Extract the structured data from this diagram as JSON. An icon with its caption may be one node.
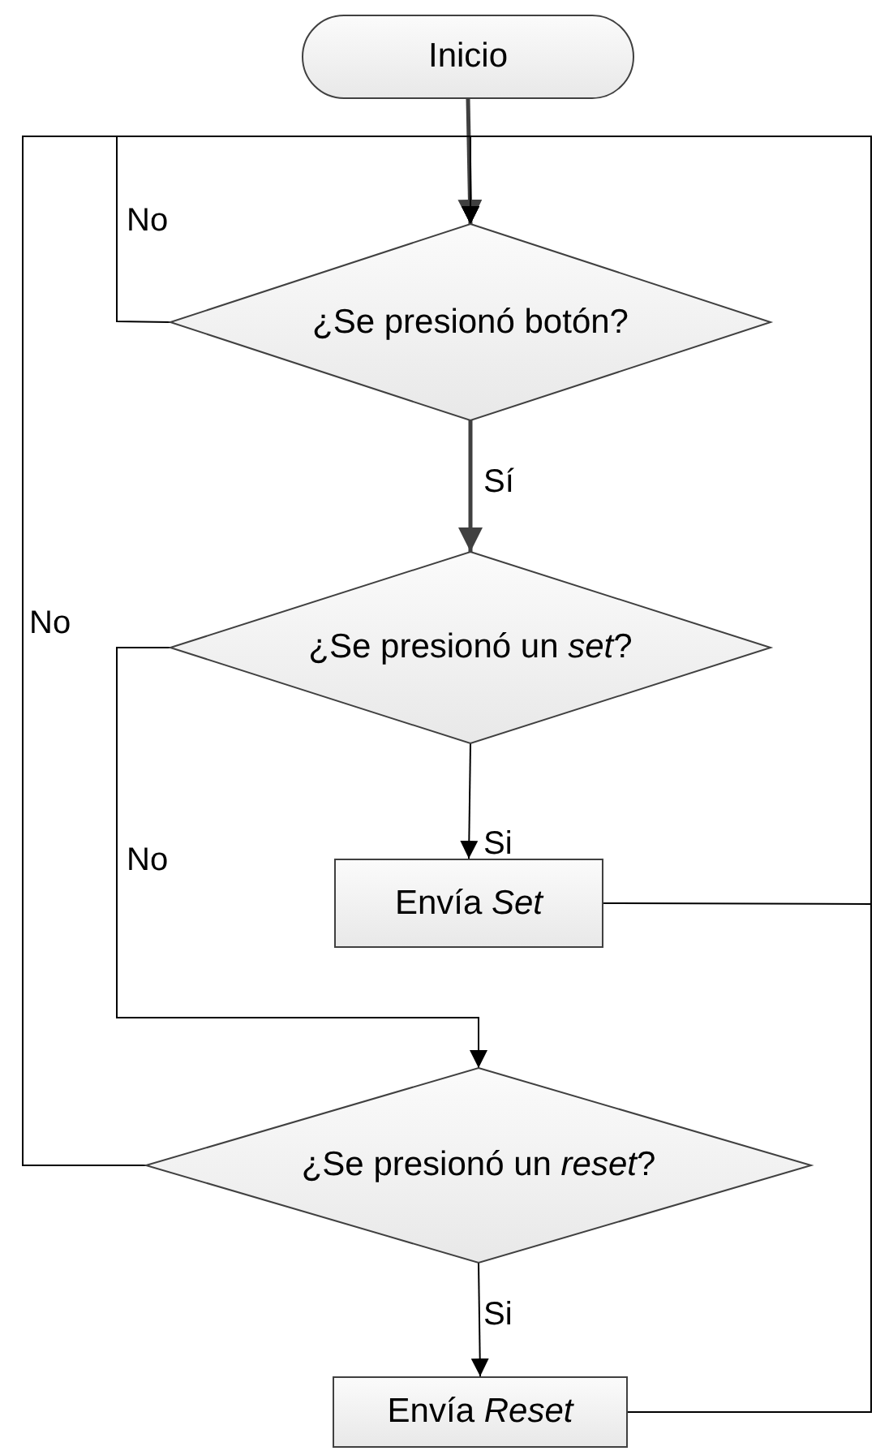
{
  "diagram": {
    "nodes": [
      {
        "text": [
          "Inicio"
        ]
      },
      {
        "text": [
          "¿Se presionó botón?"
        ]
      },
      {
        "text": [
          "¿Se presionó un *set*?"
        ]
      },
      {
        "text": [
          "Envía *Set*"
        ]
      },
      {
        "text": [
          "¿Se presionó un *reset*?"
        ]
      },
      {
        "text": [
          "Envía *Reset*"
        ]
      }
    ],
    "edges": [
      {
        "from": 0,
        "to": 1,
        "arrow": "to",
        "style": "thick"
      },
      {
        "from": 1,
        "to": 2,
        "arrow": "to",
        "label": "Sí",
        "style": "thick"
      },
      {
        "from": 1,
        "to": 1,
        "arrow": "to",
        "label": "No"
      },
      {
        "from": 2,
        "to": 3,
        "arrow": "to",
        "label": "Si"
      },
      {
        "from": 2,
        "to": 4,
        "arrow": "to",
        "label": "No"
      },
      {
        "from": 4,
        "to": 1,
        "arrow": "to",
        "label": "No"
      },
      {
        "from": 3,
        "to": 1,
        "arrow": "to"
      },
      {
        "from": 4,
        "to": 5,
        "arrow": "to",
        "label": "Si"
      },
      {
        "from": 5,
        "to": 1,
        "arrow": "to"
      }
    ]
  }
}
